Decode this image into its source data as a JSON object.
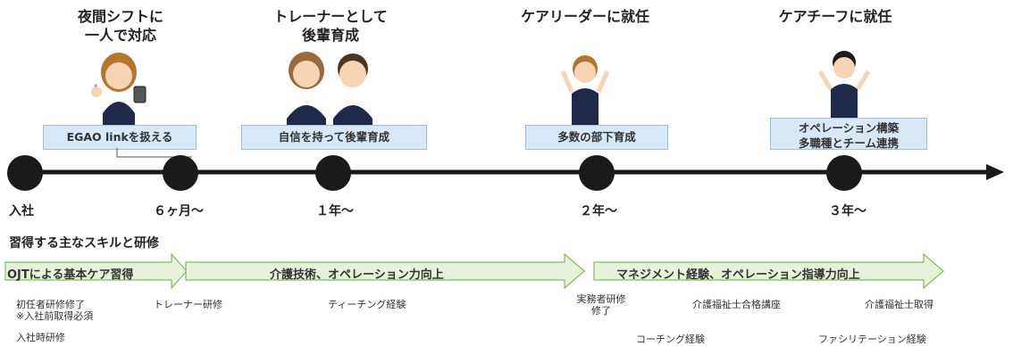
{
  "titles": {
    "night_shift": [
      "夜間シフトに",
      "一人で対応"
    ],
    "trainer": [
      "トレーナーとして",
      "後輩育成"
    ],
    "care_leader": "ケアリーダーに就任",
    "care_chief": "ケアチーフに就任"
  },
  "captions": {
    "egao": "EGAO linkを扱える",
    "confidence": "自信を持って後輩育成",
    "subordinates": "多数の部下育成",
    "operation": [
      "オペレーション構築",
      "多職種とチーム連携"
    ]
  },
  "timeline": {
    "milestones": [
      "入社",
      "６ヶ月〜",
      "１年〜",
      "２年〜",
      "３年〜"
    ]
  },
  "skills": {
    "heading": "習得する主なスキルと研修",
    "phases": [
      "OJTによる基本ケア習得",
      "介護技術、オペレーション力向上",
      "マネジメント経験、オペレーション指導力向上"
    ]
  },
  "trainings": {
    "shoninsha": "初任者研修修了",
    "prerequisite": "※入社前取得必須",
    "nyusha": "入社時研修",
    "trainer": "トレーナー研修",
    "teaching": "ティーチング経験",
    "jitsumusha": [
      "実務者研修",
      "修了"
    ],
    "kaigo_course": "介護福祉士合格講座",
    "coaching": "コーチング経験",
    "kaigo_get": "介護福祉士取得",
    "facilitation": "ファシリテーション経験"
  },
  "colors": {
    "caption_bg": "#d9e8f6",
    "phase_bg": "#e6f2da",
    "phase_border": "#7fbf5a",
    "timeline": "#1a1a1a",
    "uniform": "#1f2a4a"
  }
}
